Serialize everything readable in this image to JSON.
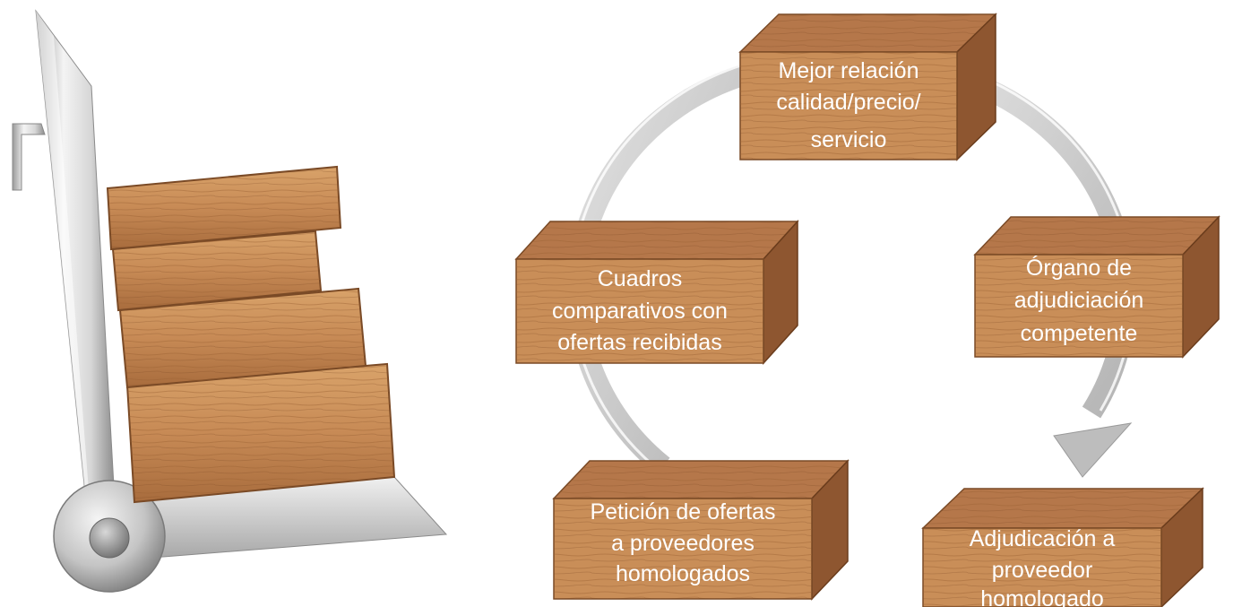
{
  "diagram": {
    "steps": [
      {
        "id": "quality",
        "lines": [
          "Mejor relación",
          "calidad/precio/",
          "servicio"
        ]
      },
      {
        "id": "organ",
        "lines": [
          "Órgano de",
          "adjudiciación",
          "competente"
        ]
      },
      {
        "id": "award",
        "lines": [
          "Adjudicación a",
          "proveedor",
          "homologado"
        ]
      },
      {
        "id": "request",
        "lines": [
          "Petición de ofertas",
          "a proveedores",
          "homologados"
        ]
      },
      {
        "id": "compare",
        "lines": [
          "Cuadros",
          "comparativos con",
          "ofertas recibidas"
        ]
      }
    ]
  },
  "colors": {
    "wood_front": "#c98e58",
    "wood_top": "#b5774a",
    "wood_side": "#8e5630",
    "cycle_arrow": "#c8c8c8",
    "text": "#ffffff"
  }
}
